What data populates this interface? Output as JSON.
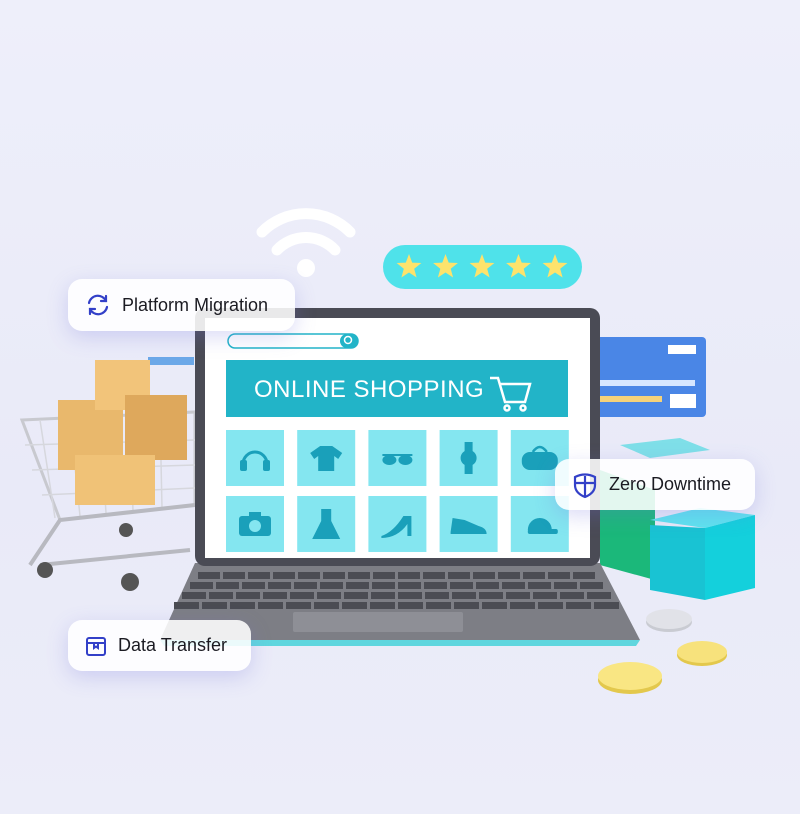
{
  "badges": {
    "platform_migration": "Platform Migration",
    "zero_downtime": "Zero Downtime",
    "data_transfer": "Data Transfer"
  },
  "screen": {
    "banner": "ONLINE SHOPPING",
    "products": [
      "headphones",
      "t-shirt",
      "sunglasses",
      "watch",
      "bag",
      "camera",
      "dress",
      "high-heel",
      "sneaker",
      "cap"
    ]
  },
  "rating": {
    "stars": 5,
    "max": 5
  },
  "colors": {
    "accent": "#3340c8",
    "teal": "#22b4c8",
    "tile": "#84e6f0",
    "star": "#ffe36a"
  }
}
